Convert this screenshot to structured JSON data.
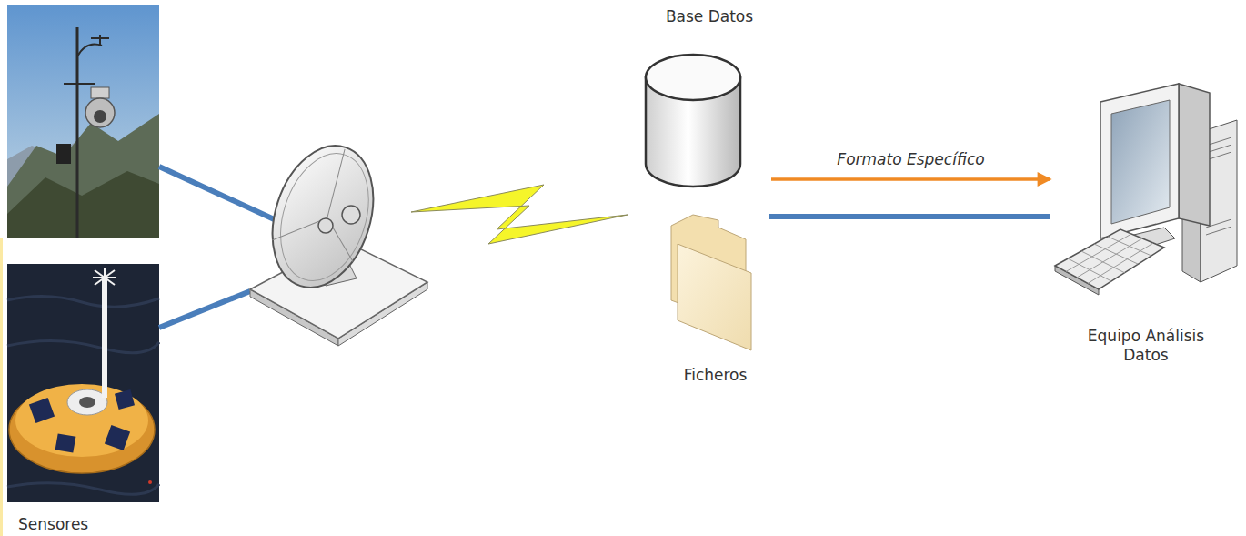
{
  "diagram": {
    "nodes": [
      {
        "text": [
          "Sensores"
        ]
      },
      {
        "text": [
          "Base Datos"
        ]
      },
      {
        "text": [
          "Ficheros"
        ]
      },
      {
        "text": [
          "Equipo Análisis Datos"
        ]
      }
    ],
    "edges": [
      {
        "from": 1,
        "to": 3,
        "arrow": "to",
        "label": "Formato Específico"
      },
      {
        "from": 2,
        "to": 3,
        "arrow": "none"
      }
    ]
  }
}
